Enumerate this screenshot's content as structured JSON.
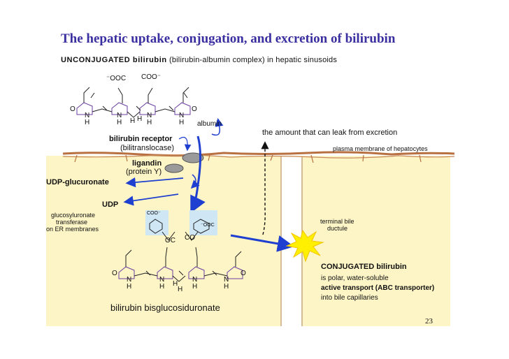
{
  "slide": {
    "title": "The hepatic uptake, conjugation, and excretion of bilirubin",
    "subtitle_bold": "UNCONJUGATED bilirubin",
    "subtitle_rest": " (bilirubin-albumin complex) in hepatic sinusoids",
    "page_number": "23"
  },
  "labels": {
    "albumin": "albumin",
    "leak_note": "the amount that can leak from excretion",
    "receptor": "bilirubin receptor",
    "receptor_alt": "(bilitranslocase)",
    "membrane": "plasma membrane of hepatocytes",
    "ligandin": "ligandin",
    "protein_y": "(protein Y)",
    "udp_glucuronate": "UDP-glucuronate",
    "udp": "UDP",
    "enzyme_line1": "glucosyluronate",
    "enzyme_line2": "transferase",
    "enzyme_line3": "on ER membranes",
    "terminal_line1": "terminal bile",
    "terminal_line2": "ductule",
    "conjugated_title": "CONJUGATED bilirubin",
    "conjugated_line1": "is polar, water-soluble",
    "conjugated_line2": "active transport (ABC transporter)",
    "conjugated_line3": "into bile capillaries",
    "bisglucosiduronate": "bilirubin bisglucosiduronate"
  },
  "chem": {
    "ooc_left": "⁻OOC",
    "coo_right": "COO⁻",
    "o": "O",
    "n": "N",
    "h": "H",
    "oc": "OC",
    "co": "CO",
    "sugar_coo": "COO⁻",
    "sugar_ooc": "⁻OOC"
  },
  "colors": {
    "title": "#3a2fa0",
    "cell_bg": "#fdf5c6",
    "arrow_blue": "#1f3fd0",
    "membrane_brown": "#b87040",
    "pyrrole_purple": "#6c3fa0",
    "sugar_bg": "#cfe6f5",
    "star_yellow": "#ffef00"
  }
}
